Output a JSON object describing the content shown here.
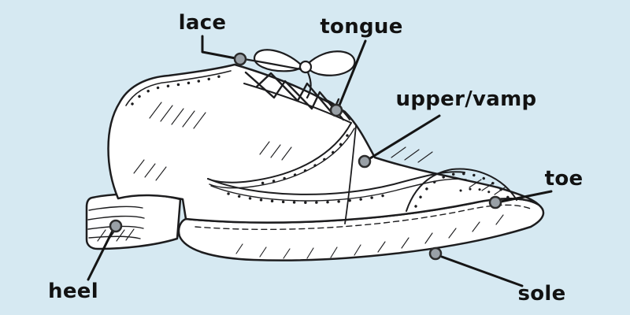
{
  "diagram": {
    "colors": {
      "background": "#d6e9f2",
      "ink": "#1d1d1f",
      "leader_line": "#151515",
      "marker_fill": "#99a0a6",
      "marker_stroke": "#2b2b2b",
      "label_text": "#121212",
      "shoe_fill": "#ffffff"
    },
    "labels": {
      "lace": "lace",
      "tongue": "tongue",
      "upper_vamp": "upper/vamp",
      "toe": "toe",
      "heel": "heel",
      "sole": "sole"
    }
  }
}
